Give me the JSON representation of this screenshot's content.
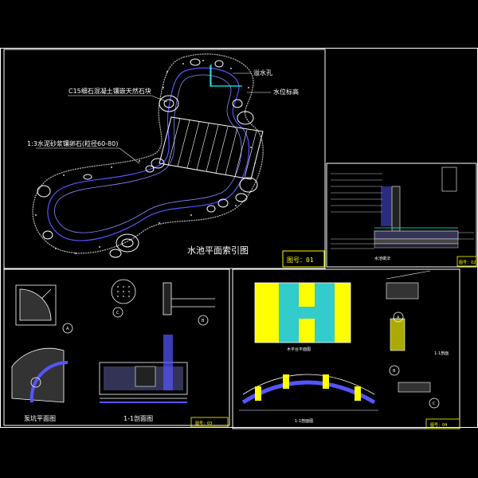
{
  "drawing": {
    "sheet1": {
      "title": "水池平面索引图",
      "sheet_tag": "图号：01",
      "notes": {
        "stone": "C15细石混凝土镶嵌天然石块",
        "drain": "溢水孔",
        "water_line": "水位标高",
        "boulder": "1:3水泥砂浆镶卵石(粒径60-80)"
      }
    },
    "sheet2": {
      "sheet_tag": "图号：02",
      "caption": "水池做法"
    },
    "sheet3": {
      "sheet_tag": "图号：03",
      "plan_caption": "泵坑平面图",
      "section_caption": "1-1剖面图",
      "markers": [
        "A",
        "B",
        "C"
      ]
    },
    "sheet4": {
      "sheet_tag": "图号：04",
      "plan_caption": "木平台平面图",
      "section_caption": "1-1剖面图",
      "side_caption": "1-1剖面",
      "markers": [
        "A",
        "B",
        "C"
      ]
    }
  }
}
